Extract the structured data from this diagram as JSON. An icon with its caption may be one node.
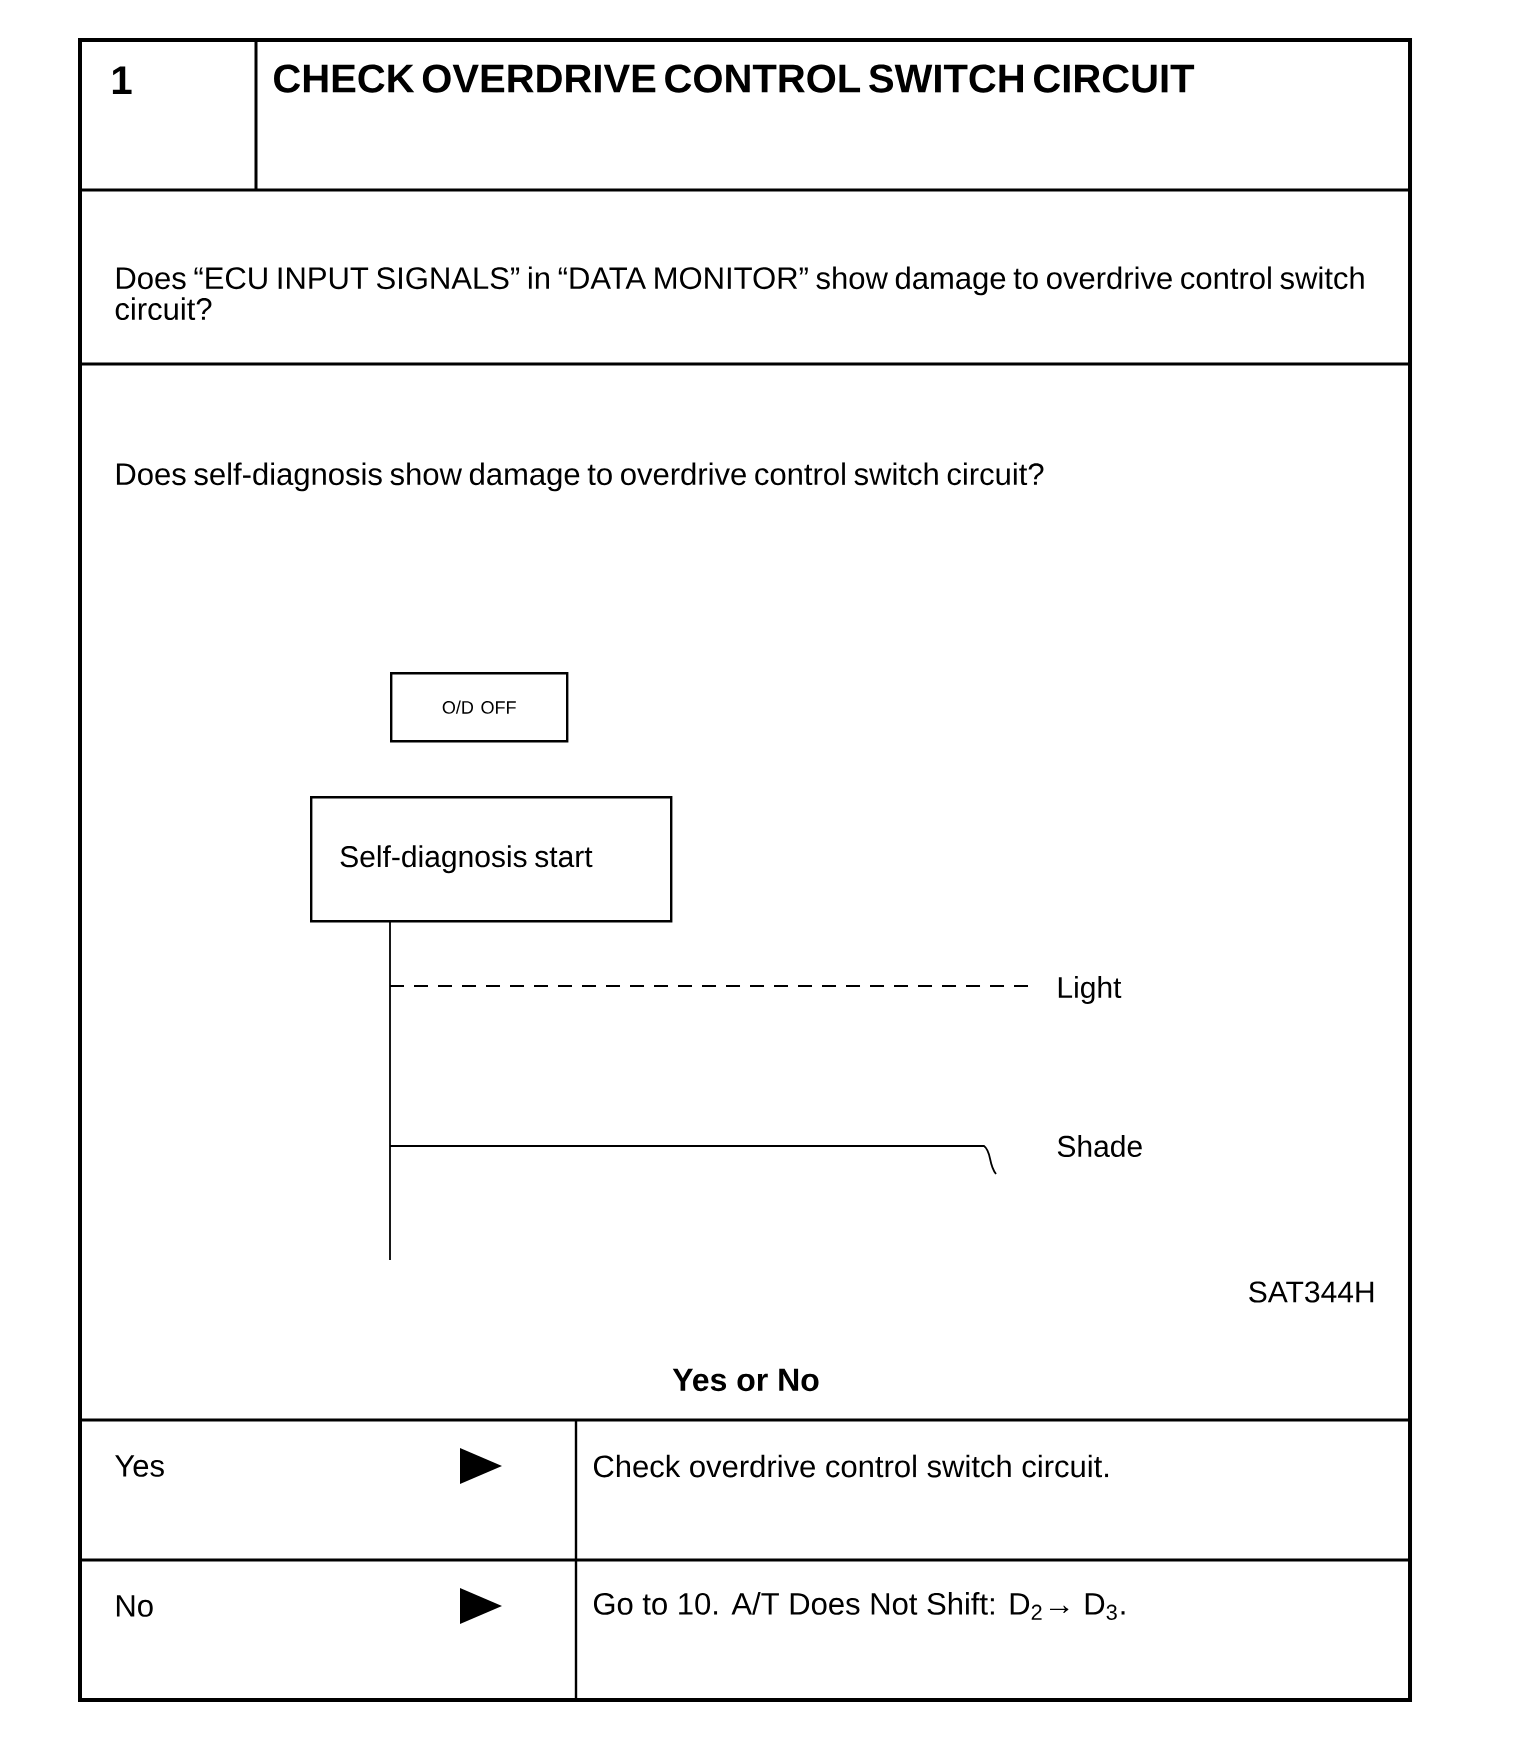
{
  "diagram": {
    "title": "CHECK OVERDRIVE CONTROL SWITCH CIRCUIT",
    "nodes": [
      {
        "text": [
          "O/D OFF"
        ]
      },
      {
        "text": [
          "Self-diagnosis start"
        ]
      }
    ],
    "labels": [
      "1",
      "Does “ECU INPUT SIGNALS” in “DATA MONITOR” show damage to overdrive control switch circuit?",
      "Does self-diagnosis show damage to overdrive control switch circuit?",
      "Light",
      "Shade",
      "SAT344H",
      "Yes or No",
      "Yes",
      "Check overdrive control switch circuit.",
      "No",
      "Go to 10. A/T Does Not Shift: D$_{2}$→ D$_{3}$."
    ]
  }
}
